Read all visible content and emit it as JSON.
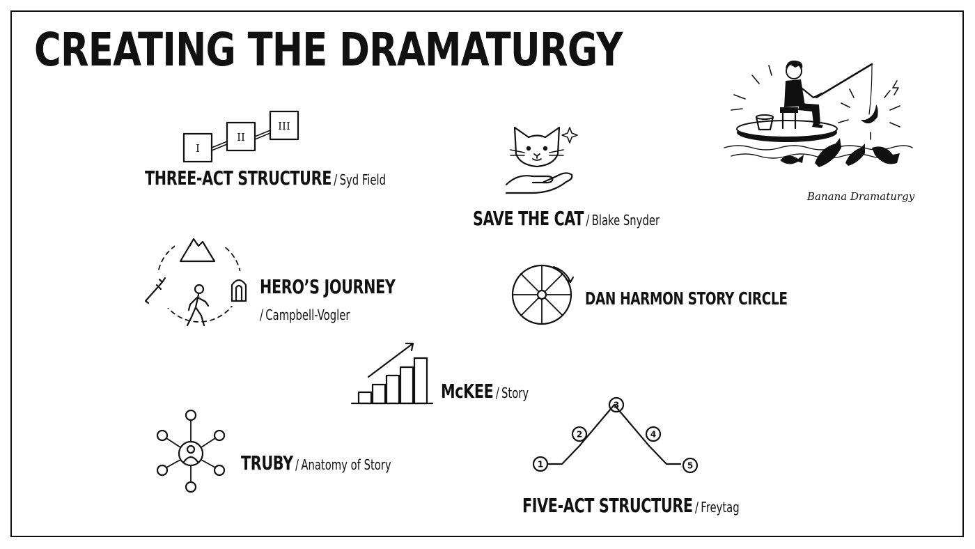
{
  "title": "CREATING THE DRAMATURGY",
  "methods": {
    "three_act": {
      "name": "THREE-ACT STRUCTURE",
      "separator": "/",
      "author": "Syd Field",
      "acts": [
        "I",
        "II",
        "III"
      ]
    },
    "save_the_cat": {
      "name": "SAVE THE CAT",
      "separator": "/",
      "author": "Blake Snyder"
    },
    "heros_journey": {
      "name": "HERO’S JOURNEY",
      "separator": "/",
      "author": "Campbell-Vogler"
    },
    "dan_harmon": {
      "name": "DAN HARMON STORY CIRCLE"
    },
    "mckee": {
      "name": "McKEE",
      "separator": "/",
      "author": "Story"
    },
    "truby": {
      "name": "TRUBY",
      "separator": "/",
      "author": "Anatomy of Story"
    },
    "five_act": {
      "name": "FIVE-ACT STRUCTURE",
      "separator": "/",
      "author": "Freytag",
      "points": [
        "1",
        "2",
        "3",
        "4",
        "5"
      ]
    }
  },
  "illustration": {
    "caption": "Banana Dramaturgy"
  },
  "icons": [
    "three-act-boxes",
    "cat-in-hand",
    "hero-journey-circle",
    "story-circle-wheel",
    "rising-bars",
    "network-person",
    "freytag-pyramid",
    "fishing-illustration"
  ],
  "colors": {
    "ink": "#111111",
    "background": "#ffffff"
  }
}
